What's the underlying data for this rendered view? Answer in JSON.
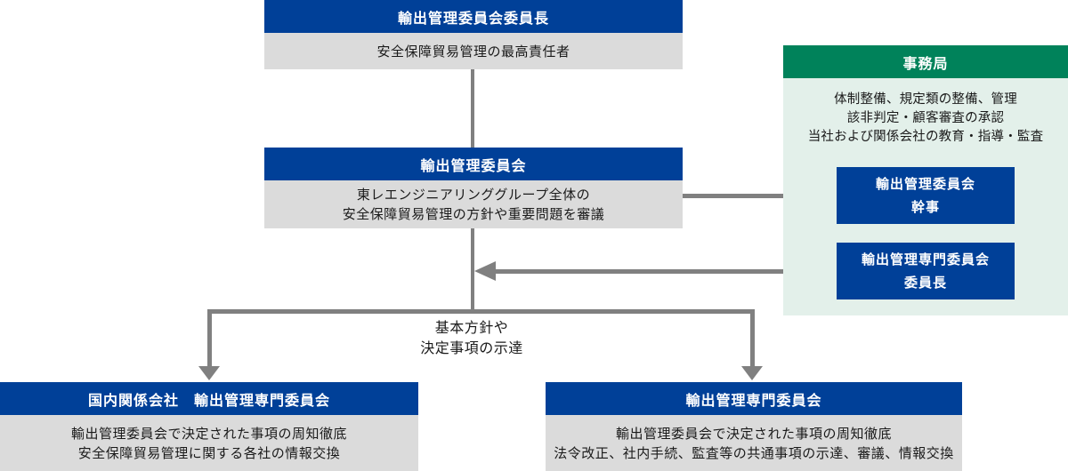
{
  "colors": {
    "blue": "#004098",
    "green": "#00825A",
    "green-light": "#E3F0EA",
    "gray-body": "#DBDBDB",
    "line": "#808080",
    "ink": "#1A1A1A"
  },
  "chairman": {
    "title": "輸出管理委員会委員長",
    "body": "安全保障貿易管理の最高責任者"
  },
  "committee": {
    "title": "輸出管理委員会",
    "body_lines": [
      "東レエンジニアリンググループ全体の",
      "安全保障貿易管理の方針や重要問題を審議"
    ]
  },
  "secretariat": {
    "title": "事務局",
    "duties": [
      "体制整備、規定類の整備、管理",
      "該非判定・顧客審査の承認",
      "当社および関係会社の教育・指導・監査"
    ],
    "officers": [
      {
        "lines": [
          "輸出管理委員会",
          "幹事"
        ]
      },
      {
        "lines": [
          "輸出管理専門委員会",
          "委員長"
        ]
      }
    ]
  },
  "flow_label_lines": [
    "基本方針や",
    "決定事項の示達"
  ],
  "domestic_committee": {
    "title": "国内関係会社　輸出管理専門委員会",
    "body_lines": [
      "輸出管理委員会で決定された事項の周知徹底",
      "安全保障貿易管理に関する各社の情報交換"
    ]
  },
  "specialized_committee": {
    "title": "輸出管理専門委員会",
    "body_lines": [
      "輸出管理委員会で決定された事項の周知徹底",
      "法令改正、社内手続、監査等の共通事項の示達、審議、情報交換"
    ]
  }
}
